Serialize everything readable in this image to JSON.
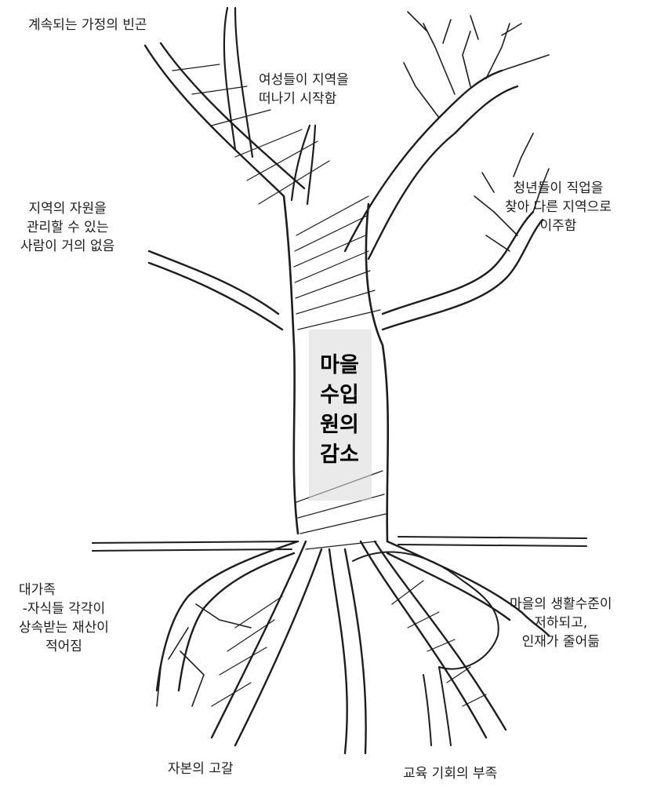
{
  "center": {
    "lines": [
      "마을",
      "수입",
      "원의",
      "감소"
    ]
  },
  "labels": {
    "poverty": [
      "계속되는 가정의 빈곤"
    ],
    "women": [
      "여성들이 지역을",
      "떠나기 시작함"
    ],
    "youth": [
      "청년들이 직업을",
      "찾아 다른 지역으로",
      "이주함"
    ],
    "resources": [
      "지역의 자원을",
      "관리할 수 있는",
      "사람이 거의 없음"
    ],
    "family": [
      "대가족",
      "-자식들 각각이",
      "상속받는 재산이",
      "적어짐"
    ],
    "living": [
      "마을의 생활수준이",
      "저하되고,",
      "인재가 줄어듦"
    ],
    "capital": [
      "자본의 고갈"
    ],
    "education": [
      "교육 기회의 부족"
    ]
  },
  "colors": {
    "ink": "#1d1d1d",
    "plate": "#d8d8d8"
  }
}
